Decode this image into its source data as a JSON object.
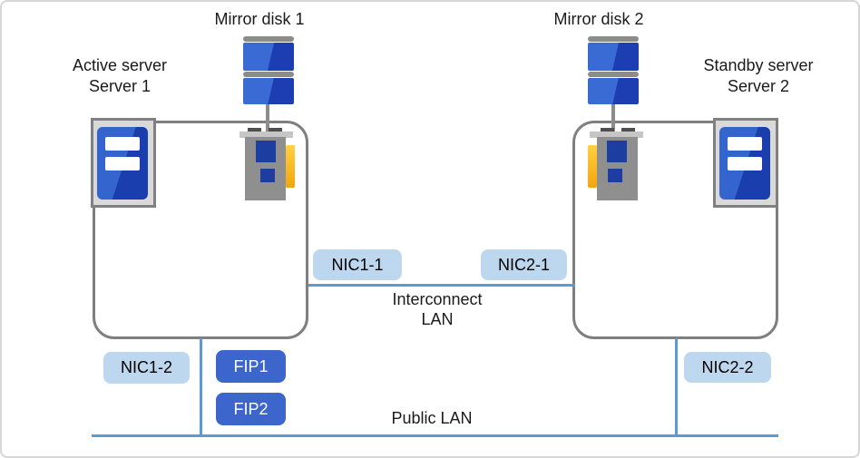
{
  "disks": {
    "disk1_label": "Mirror disk 1",
    "disk2_label": "Mirror disk 2"
  },
  "servers": {
    "server1": {
      "role": "Active server",
      "name": "Server 1"
    },
    "server2": {
      "role": "Standby server",
      "name": "Server 2"
    }
  },
  "networks": {
    "interconnect": {
      "line1": "Interconnect",
      "line2": "LAN"
    },
    "public_lan": {
      "label": "Public LAN"
    }
  },
  "nics": {
    "nic1_1": "NIC1-1",
    "nic1_2": "NIC1-2",
    "nic2_1": "NIC2-1",
    "nic2_2": "NIC2-2"
  },
  "fips": {
    "fip1": "FIP1",
    "fip2": "FIP2"
  },
  "colors": {
    "lan_line_blue": "#5B9BD5",
    "nic_badge_light_blue": "#BDD7EE",
    "fip_badge_blue": "#3C66CB",
    "server_box_border_gray": "#7F7F7F",
    "disk_blue_light": "#3A6AD4",
    "disk_blue_dark": "#1C3EB2",
    "icon_gray": "#8C8C8C",
    "card_chip_navy": "#1C3EA0",
    "card_tab_yellow": "#FFC010",
    "tower_frame_gray": "#D9D9D9"
  },
  "icons": {
    "mirror-disk-icon": "two stacked blue platters with gray caps",
    "server-tower-icon": "blue tower with two white slots in gray frame",
    "nic-card-icon": "gray expansion card with navy chips and yellow edge tab"
  }
}
